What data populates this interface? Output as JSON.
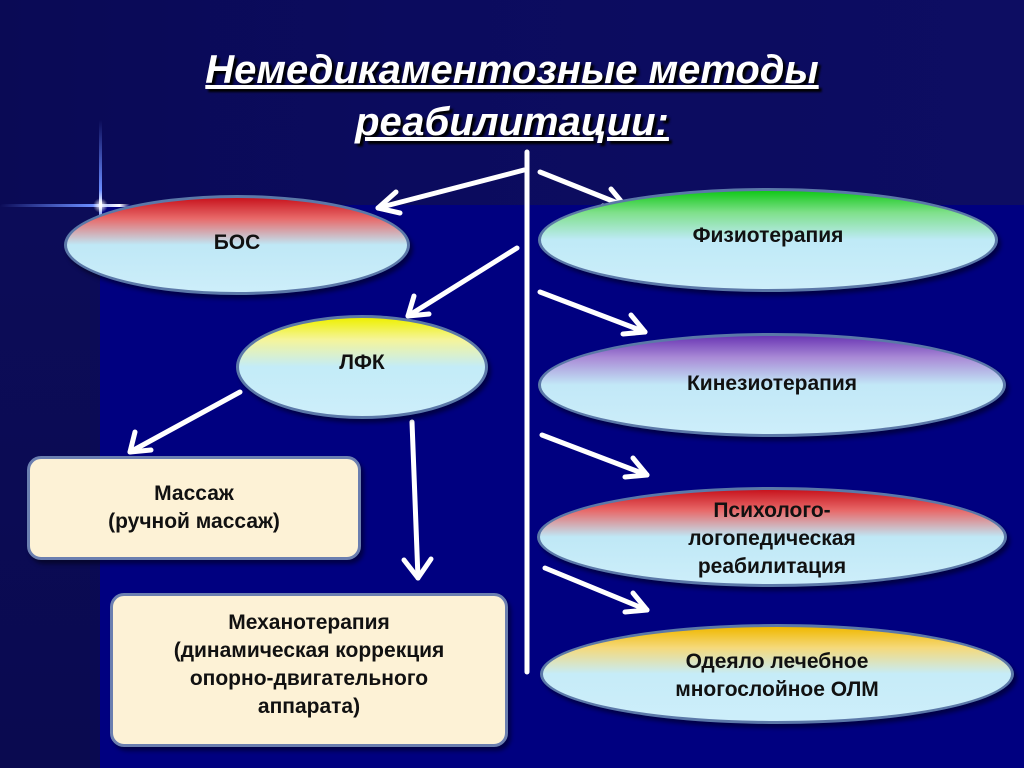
{
  "title": {
    "line1": "Немедикаментозные методы",
    "line2": "реабилитации:"
  },
  "nodes": {
    "bos": "БОС",
    "physio": "Физиотерапия",
    "lfk": "ЛФК",
    "kinezio": "Кинезиотерапия",
    "massage": {
      "line1": "Массаж",
      "line2": "(ручной массаж)"
    },
    "psycho": {
      "line1": "Психолого-",
      "line2": "логопедическая",
      "line3": "реабилитация"
    },
    "mechano": {
      "line1": "Механотерапия",
      "line2": "(динамическая коррекция",
      "line3": "опорно-двигательного",
      "line4": "аппарата)"
    },
    "blanket": {
      "line1": "Одеяло лечебное",
      "line2": "многослойное ОЛМ"
    }
  },
  "colors": {
    "background": "#000080",
    "arrow": "#ffffff",
    "box_fill": "#fdf2d6"
  }
}
